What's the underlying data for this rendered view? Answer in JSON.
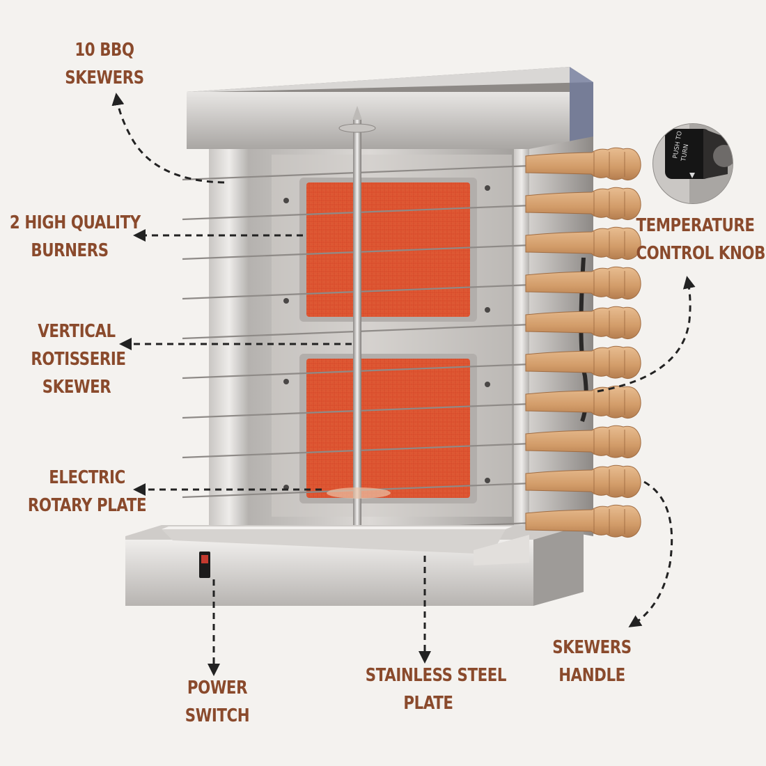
{
  "colors": {
    "background": "#f4f2ef",
    "label": "#8a4a2c",
    "steel_light": "#e6e4e2",
    "steel_mid": "#b9b6b3",
    "steel_dark": "#8b8784",
    "burner": "#e45a33",
    "wood": "#d8a574",
    "arrow": "#222222"
  },
  "labels": {
    "skewers_10": [
      "10 BBQ",
      "SKEWERS"
    ],
    "burners": [
      "2 HIGH QUALITY",
      "BURNERS"
    ],
    "vertical": [
      "VERTICAL",
      "ROTISSERIE",
      "SKEWER"
    ],
    "rotary": [
      "ELECTRIC",
      "ROTARY PLATE"
    ],
    "knob": [
      "TEMPERATURE",
      "CONTROL KNOB"
    ],
    "handle": [
      "SKEWERS",
      "HANDLE"
    ],
    "plate": [
      "STAINLESS STEEL",
      "PLATE"
    ],
    "power": [
      "POWER",
      "SWITCH"
    ]
  },
  "knob_inset": {
    "text_line1": "PUSH TO",
    "text_line2": "TURN"
  },
  "skewer_count": 10,
  "icons": [
    "grill-machine-illustration",
    "temperature-knob-icon",
    "power-switch-icon"
  ]
}
